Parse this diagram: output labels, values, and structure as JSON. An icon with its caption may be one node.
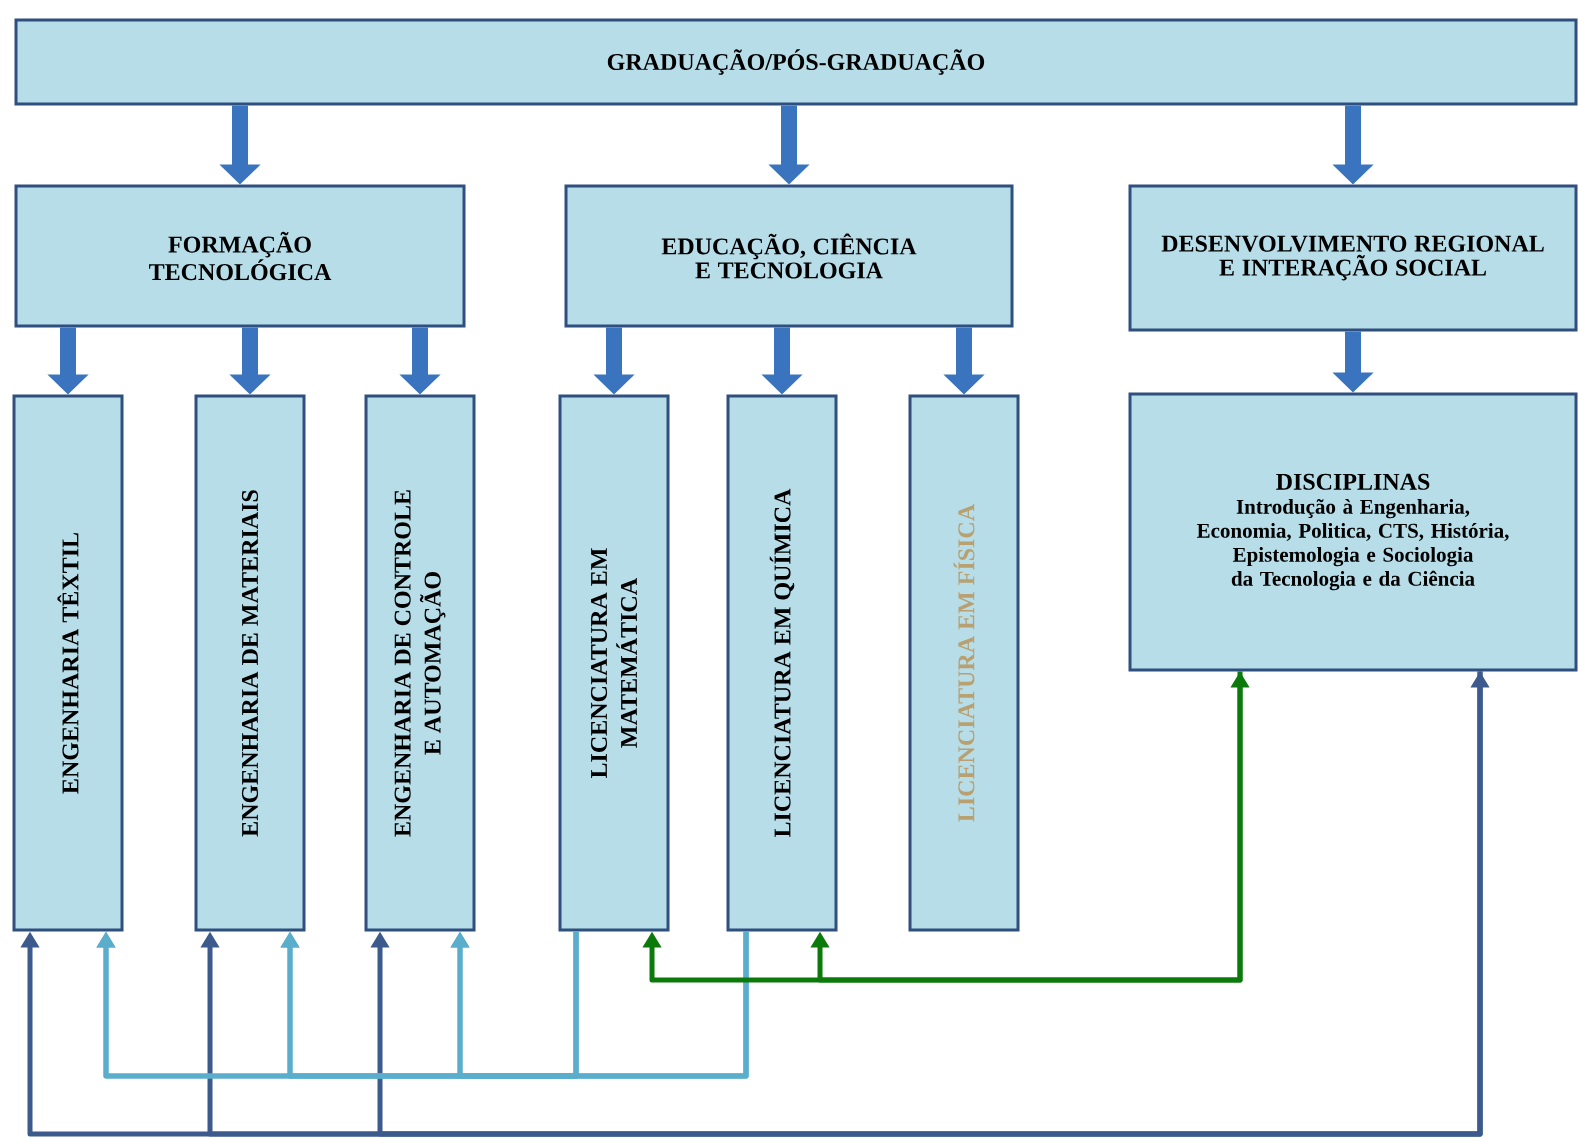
{
  "diagram": {
    "nodes": [
      {
        "text": [
          "GRADUAÇÃO/PÓS-GRADUAÇÃO"
        ]
      },
      {
        "text": [
          "FORMAÇÃO TECNOLÓGICA"
        ]
      },
      {
        "text": [
          "EDUCAÇÃO, CIÊNCIA E TECNOLOGIA"
        ]
      },
      {
        "text": [
          "DESENVOLVIMENTO REGIONAL E INTERAÇÃO SOCIAL"
        ]
      },
      {
        "text": [
          "ENGENHARIA TÊXTIL"
        ]
      },
      {
        "text": [
          "ENGENHARIA DE MATERIAIS"
        ]
      },
      {
        "text": [
          "ENGENHARIA DE CONTROLE E AUTOMAÇÃO"
        ]
      },
      {
        "text": [
          "LICENCIATURA EM MATEMÁTICA"
        ]
      },
      {
        "text": [
          "LICENCIATURA EM QUÍMICA"
        ]
      },
      {
        "text": [
          "LICENCIATURA EM FÍSICA"
        ]
      },
      {
        "text": [
          "DISCIPLINAS",
          "Introdução à Engenharia, Economia, Politica, CTS, História, Epistemologia e Sociologia da Tecnologia e da Ciência"
        ]
      }
    ],
    "edges": [
      {
        "from": 0,
        "to": 1,
        "arrow": "to",
        "style": "thick"
      },
      {
        "from": 0,
        "to": 2,
        "arrow": "to",
        "style": "thick"
      },
      {
        "from": 0,
        "to": 3,
        "arrow": "to",
        "style": "thick"
      },
      {
        "from": 1,
        "to": 4,
        "arrow": "to",
        "style": "thick"
      },
      {
        "from": 1,
        "to": 5,
        "arrow": "to",
        "style": "thick"
      },
      {
        "from": 1,
        "to": 6,
        "arrow": "to",
        "style": "thick"
      },
      {
        "from": 2,
        "to": 7,
        "arrow": "to",
        "style": "thick"
      },
      {
        "from": 2,
        "to": 8,
        "arrow": "to",
        "style": "thick"
      },
      {
        "from": 2,
        "to": 9,
        "arrow": "to",
        "style": "thick"
      },
      {
        "from": 3,
        "to": 10,
        "arrow": "to",
        "style": "thick"
      },
      {
        "from": 10,
        "to": 4,
        "arrow": "both",
        "color": "#3d5a8c"
      },
      {
        "from": 10,
        "to": 5,
        "arrow": "to",
        "color": "#3d5a8c"
      },
      {
        "from": 10,
        "to": 6,
        "arrow": "to",
        "color": "#3d5a8c"
      },
      {
        "from": 7,
        "to": 4,
        "arrow": "to",
        "color": "#5aaecc"
      },
      {
        "from": 7,
        "to": 5,
        "arrow": "to",
        "color": "#5aaecc"
      },
      {
        "from": 7,
        "to": 6,
        "arrow": "to",
        "color": "#5aaecc"
      },
      {
        "from": 8,
        "to": 4,
        "arrow": "to",
        "color": "#5aaecc"
      },
      {
        "from": 8,
        "to": 5,
        "arrow": "to",
        "color": "#5aaecc"
      },
      {
        "from": 8,
        "to": 6,
        "arrow": "to",
        "color": "#5aaecc"
      },
      {
        "from": 10,
        "to": 7,
        "arrow": "both",
        "color": "#0b7a0b"
      },
      {
        "from": 10,
        "to": 8,
        "arrow": "to",
        "color": "#0b7a0b"
      }
    ]
  }
}
